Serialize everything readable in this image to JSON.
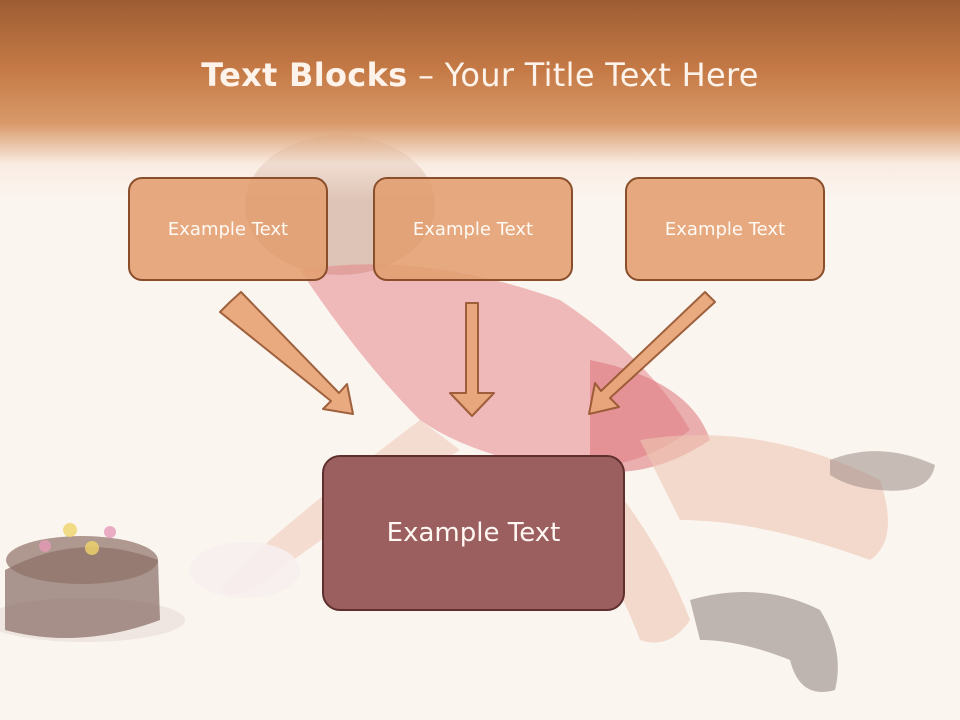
{
  "title": {
    "bold": "Text Blocks",
    "rest": " – Your Title Text Here"
  },
  "boxes": [
    {
      "label": "Example Text"
    },
    {
      "label": "Example Text"
    },
    {
      "label": "Example Text"
    }
  ],
  "main_box": {
    "label": "Example Text"
  },
  "colors": {
    "title_band": "#c57a46",
    "box_fill": "#e39e70",
    "box_border": "#8a4e2a",
    "main_fill": "#9b5f5f",
    "main_border": "#5e2f2e",
    "arrow_fill": "#e9a77b"
  }
}
